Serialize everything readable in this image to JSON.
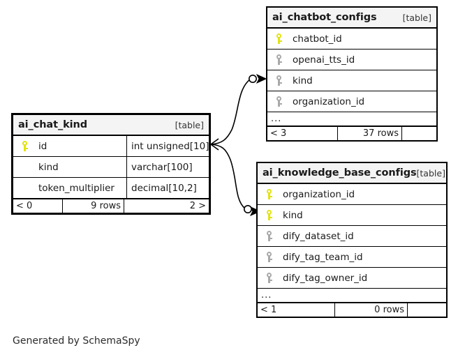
{
  "diagram": {
    "caption": "Generated by SchemaSpy",
    "table_kind_label": "[table]",
    "ellipsis": "...",
    "colors": {
      "primary_key": "#e3e312",
      "foreign_key": "#a9a9a9",
      "border": "#000000",
      "header_background": "#f4f4f4",
      "page_background": "#ffffff"
    }
  },
  "tables": {
    "ai_chat_kind": {
      "name": "ai_chat_kind",
      "kind": "[table]",
      "focus": true,
      "columns": [
        {
          "key": "pk",
          "name": "id",
          "type": "int unsigned[10]"
        },
        {
          "key": "none",
          "name": "kind",
          "type": "varchar[100]"
        },
        {
          "key": "none",
          "name": "token_multiplier",
          "type": "decimal[10,2]"
        }
      ],
      "has_ellipsis": false,
      "footer": {
        "parents": "< 0",
        "rows": "9 rows",
        "children": "2 >"
      }
    },
    "ai_chatbot_configs": {
      "name": "ai_chatbot_configs",
      "kind": "[table]",
      "focus": false,
      "columns": [
        {
          "key": "pk",
          "name": "chatbot_id"
        },
        {
          "key": "fk",
          "name": "openai_tts_id"
        },
        {
          "key": "fk",
          "name": "kind"
        },
        {
          "key": "fk",
          "name": "organization_id"
        }
      ],
      "has_ellipsis": true,
      "ellipsis": "...",
      "footer": {
        "parents": "< 3",
        "rows": "37 rows",
        "children": ""
      }
    },
    "ai_knowledge_base_configs": {
      "name": "ai_knowledge_base_configs",
      "kind": "[table]",
      "focus": false,
      "columns": [
        {
          "key": "pk",
          "name": "organization_id"
        },
        {
          "key": "pk",
          "name": "kind"
        },
        {
          "key": "fk",
          "name": "dify_dataset_id"
        },
        {
          "key": "fk",
          "name": "dify_tag_team_id"
        },
        {
          "key": "fk",
          "name": "dify_tag_owner_id"
        }
      ],
      "has_ellipsis": true,
      "ellipsis": "...",
      "footer": {
        "parents": "< 1",
        "rows": "0 rows",
        "children": ""
      }
    }
  },
  "relationships": [
    {
      "name": "ai_chat_kind-to-ai_chatbot_configs",
      "from_table": "ai_chat_kind",
      "from_column": "id",
      "to_table": "ai_chatbot_configs",
      "to_column": "kind",
      "cardinality": "zero-or-many"
    },
    {
      "name": "ai_chat_kind-to-ai_knowledge_base_configs",
      "from_table": "ai_chat_kind",
      "from_column": "id",
      "to_table": "ai_knowledge_base_configs",
      "to_column": "kind",
      "cardinality": "zero-or-many"
    }
  ]
}
